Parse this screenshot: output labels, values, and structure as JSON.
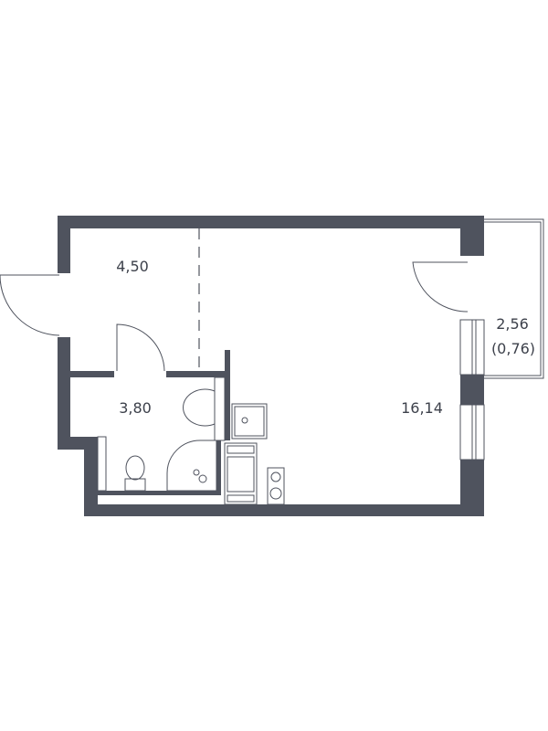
{
  "rooms": {
    "hallway": {
      "area": "4,50"
    },
    "bathroom": {
      "area": "3,80"
    },
    "living_room": {
      "area": "16,14"
    },
    "balcony": {
      "area": "2,56",
      "reduced_area": "(0,76)"
    }
  },
  "colors": {
    "wall": "#4f535e",
    "background": "#ffffff"
  }
}
